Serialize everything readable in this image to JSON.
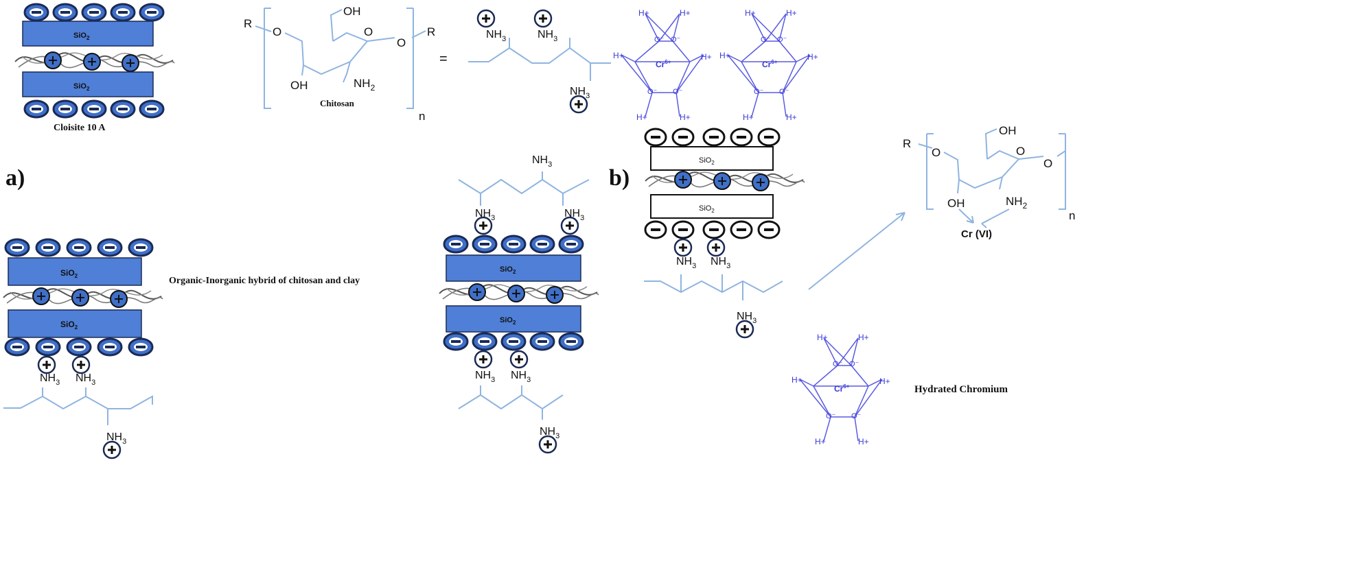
{
  "labels": {
    "panel_a": "a)",
    "panel_b": "b)",
    "cloisite": "Cloisite 10 A",
    "chitosan": "Chitosan",
    "hybrid": "Organic-Inorganic hybrid of chitosan and clay",
    "hydrated_chromium": "Hydrated Chromium",
    "cr_vi": "Cr (VI)",
    "equals": "="
  },
  "chem": {
    "sio2": "SiO",
    "sio2_sub": "2",
    "nh3": "NH",
    "nh3_sub": "3",
    "nh2": "NH",
    "nh2_sub": "2",
    "oh": "OH",
    "o": "O",
    "r": "R",
    "n": "n",
    "plus": "+",
    "cr_ion": "Cr",
    "cr_charge": "6+",
    "h_plus": "H+",
    "o_minus": "O⁻"
  },
  "colors": {
    "clay_blue": "#4f7fd6",
    "chitosan_line": "#8fb4e0",
    "chromium_purple": "#3a3ad8",
    "charge_fill": "#3f6fc8"
  }
}
